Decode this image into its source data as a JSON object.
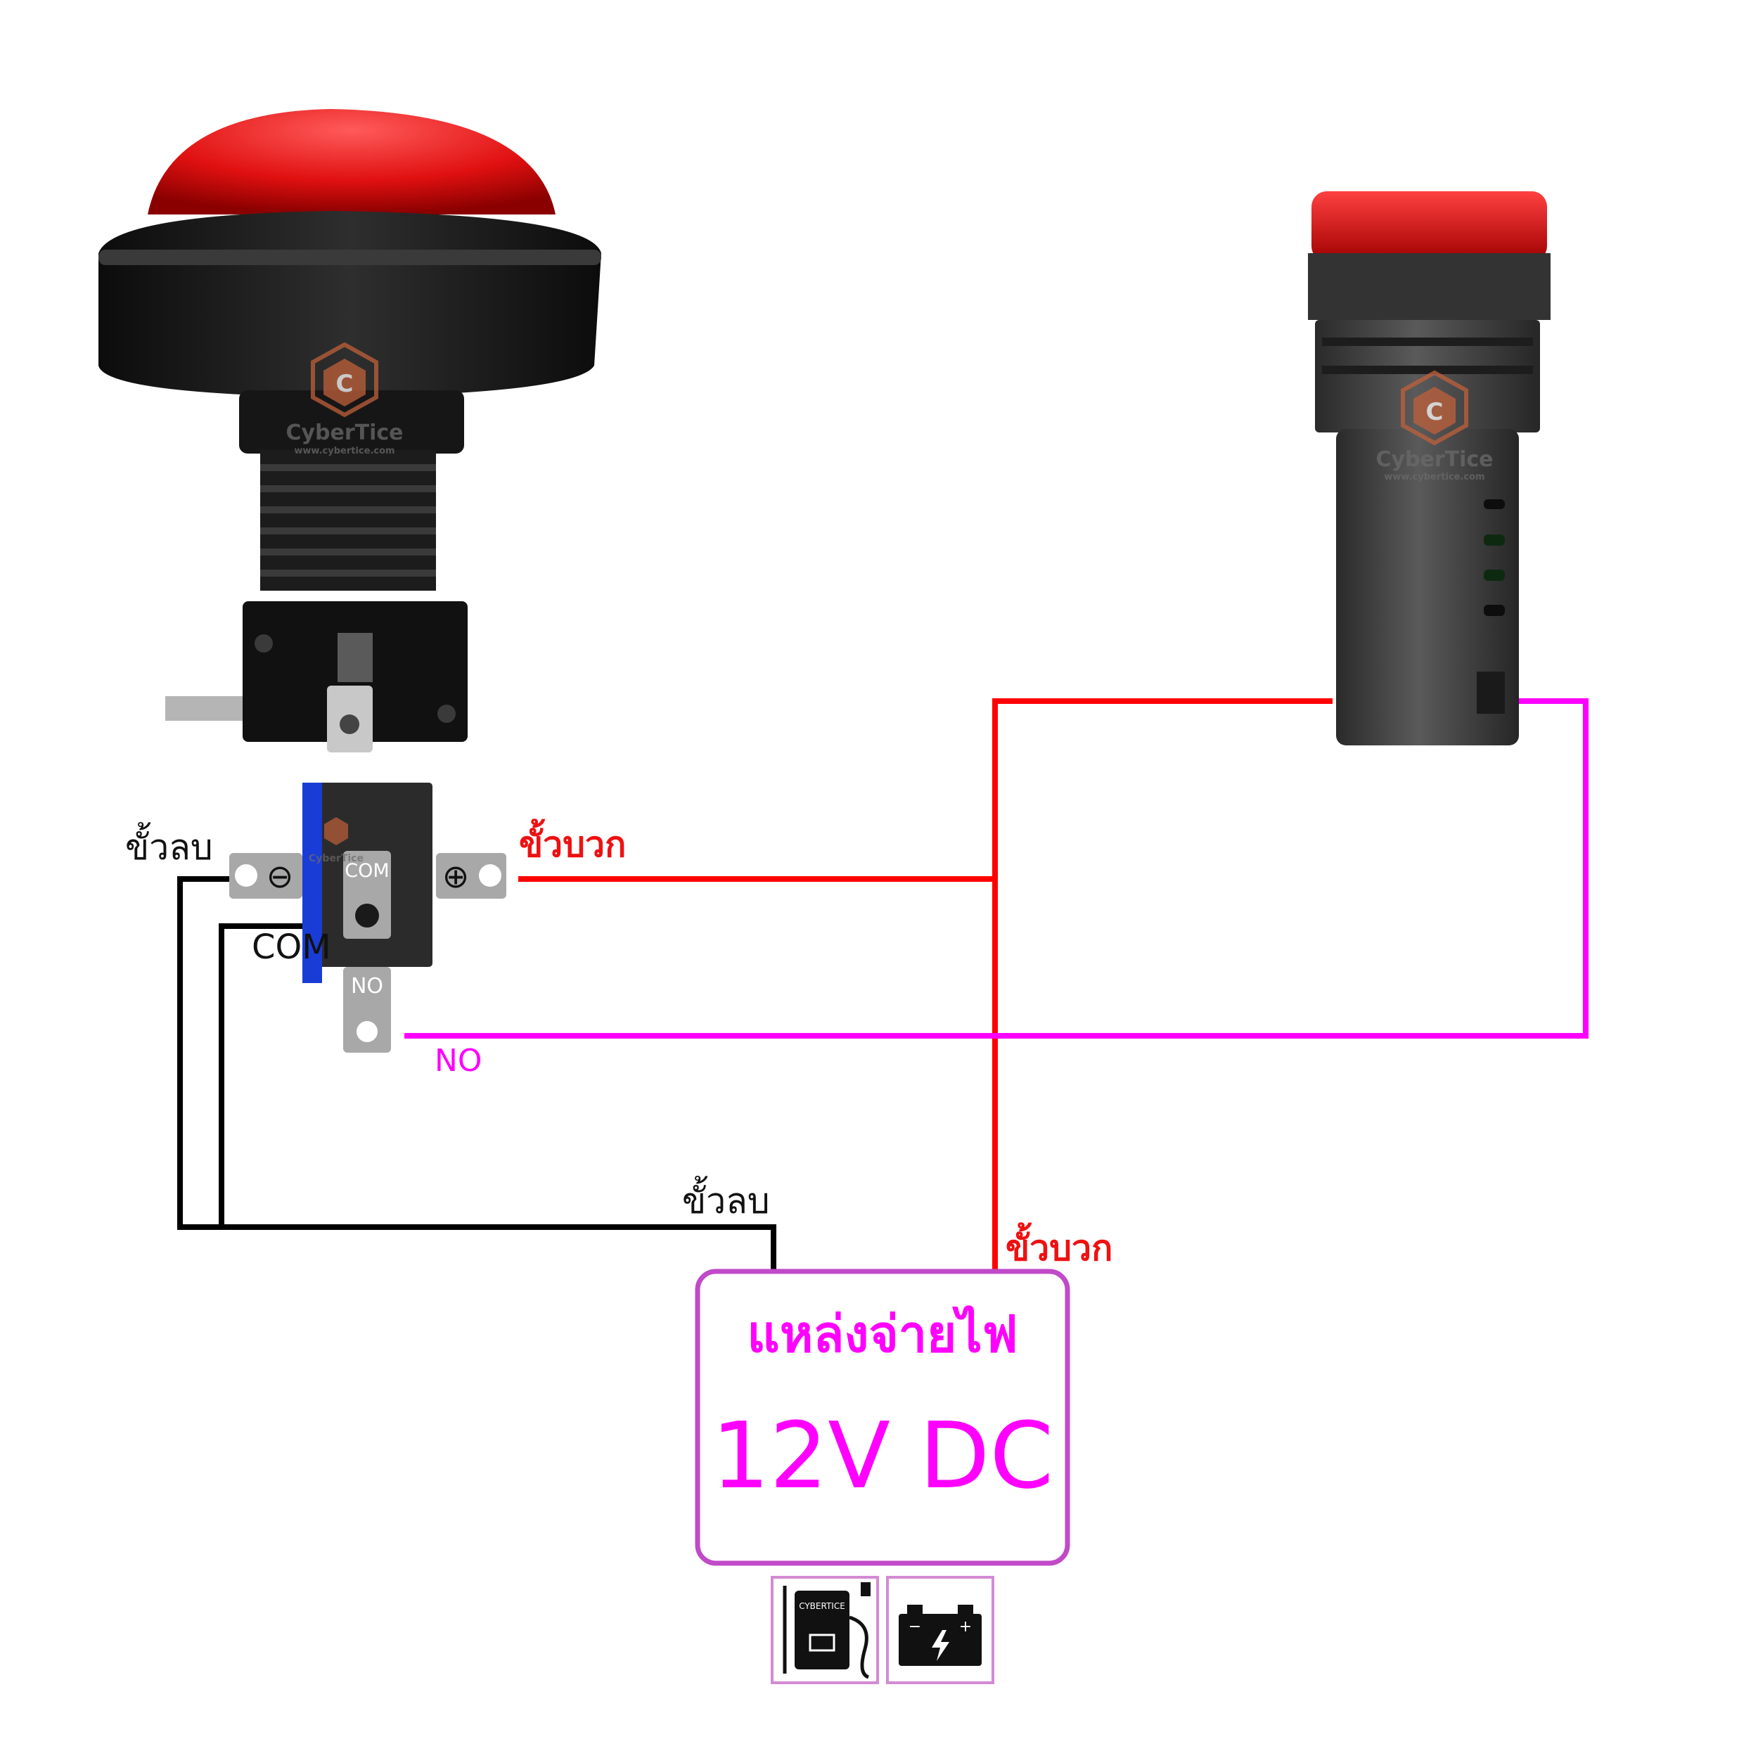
{
  "labels": {
    "switch_negative": "ขั้วลบ",
    "switch_positive": "ขั้วบวก",
    "switch_com": "COM",
    "terminal_com": "COM",
    "terminal_no": "NO",
    "wire_no": "NO",
    "supply_negative": "ขั้วลบ",
    "supply_positive": "ขั้วบวก",
    "terminal_minus_symbol": "⊖",
    "terminal_plus_symbol": "⊕"
  },
  "power_supply": {
    "title": "แหล่งจ่ายไฟ",
    "voltage": "12V DC",
    "icons": [
      "power-adapter-icon",
      "car-battery-icon"
    ],
    "adapter_brand": "CYBERTICE"
  },
  "watermark": {
    "brand": "CyberTice",
    "url": "www.cybertice.com"
  },
  "components": {
    "push_button": "red-mushroom-push-button-with-microswitch",
    "indicator": "red-pilot-lamp-buzzer"
  },
  "colors": {
    "wire_negative": "#000000",
    "wire_positive": "#ff0000",
    "wire_no": "#ff00ff",
    "supply_border": "#c04ac8",
    "supply_text": "#ff00ff",
    "terminal": "#a8a8a8",
    "switch_body": "#2b2b2b",
    "switch_stripe": "#1a3cd6",
    "button_cap": "#e01010"
  }
}
